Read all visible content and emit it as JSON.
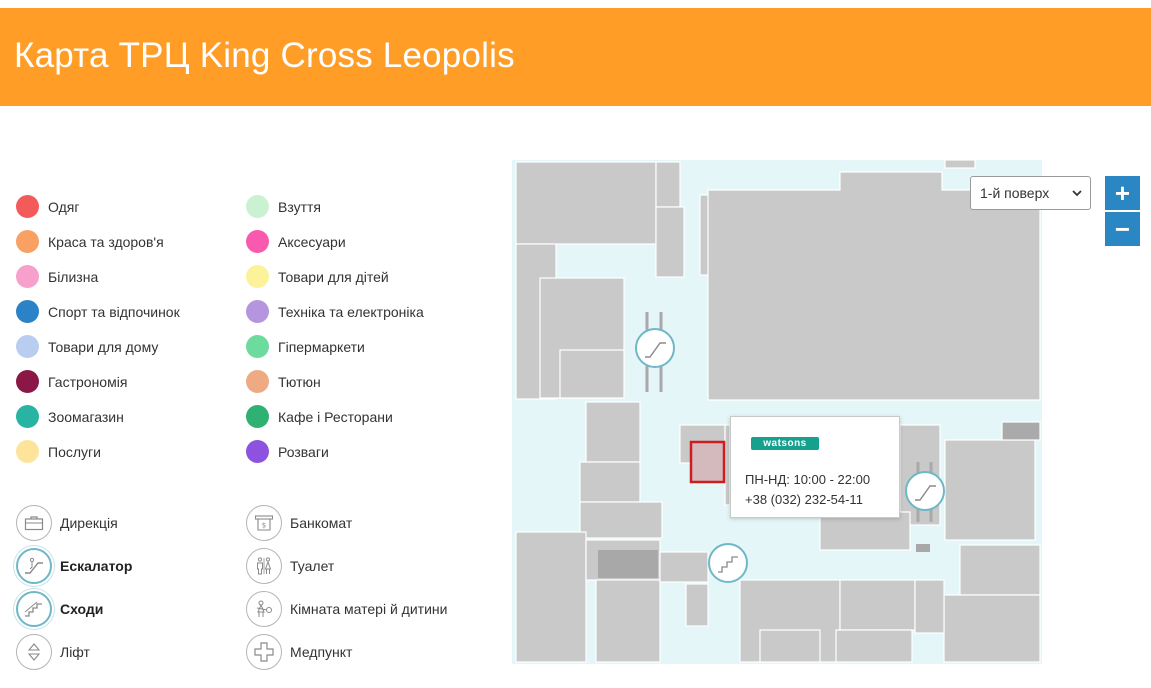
{
  "header": {
    "title": "Карта ТРЦ King Cross Leopolis"
  },
  "categories": [
    {
      "label": "Одяг",
      "color": "#f35b5b"
    },
    {
      "label": "Взуття",
      "color": "#c9f1d2"
    },
    {
      "label": "Краса та здоров'я",
      "color": "#f9a062"
    },
    {
      "label": "Аксесуари",
      "color": "#f95ab0"
    },
    {
      "label": "Білизна",
      "color": "#f7a0cb"
    },
    {
      "label": "Товари для дітей",
      "color": "#fbf29a"
    },
    {
      "label": "Спорт та відпочинок",
      "color": "#2b82c6"
    },
    {
      "label": "Техніка та електроніка",
      "color": "#b595dd"
    },
    {
      "label": "Товари для дому",
      "color": "#b8cdf0"
    },
    {
      "label": "Гіпермаркети",
      "color": "#6ddb9e"
    },
    {
      "label": "Гастрономія",
      "color": "#8a1745"
    },
    {
      "label": "Тютюн",
      "color": "#eeaa82"
    },
    {
      "label": "Зоомагазин",
      "color": "#29b3a2"
    },
    {
      "label": "Кафе і Ресторани",
      "color": "#2fb173"
    },
    {
      "label": "Послуги",
      "color": "#fde49a"
    },
    {
      "label": "Розваги",
      "color": "#8e52e0"
    }
  ],
  "facilities": [
    {
      "label": "Дирекція",
      "icon": "briefcase-icon"
    },
    {
      "label": "Банкомат",
      "icon": "atm-icon"
    },
    {
      "label": "Ескалатор",
      "icon": "escalator-icon"
    },
    {
      "label": "Туалет",
      "icon": "toilet-icon"
    },
    {
      "label": "Сходи",
      "icon": "stairs-icon"
    },
    {
      "label": "Кімната матері й дитини",
      "icon": "mother-child-icon"
    },
    {
      "label": "Ліфт",
      "icon": "elevator-icon"
    },
    {
      "label": "Медпункт",
      "icon": "medical-cross-icon"
    }
  ],
  "floor_select": {
    "value": "1-й поверх"
  },
  "zoom": {
    "in": "+",
    "out": "−"
  },
  "popup": {
    "brand": "watsons",
    "hours": "ПН-НД: 10:00 - 22:00",
    "phone": "+38 (032) 232-54-11"
  },
  "colors": {
    "header": "#ff9d26",
    "accent": "#2b87c4",
    "corridor": "#e4f6f7",
    "store": "#c9c9c9",
    "highlight": "#cc1e1e"
  }
}
